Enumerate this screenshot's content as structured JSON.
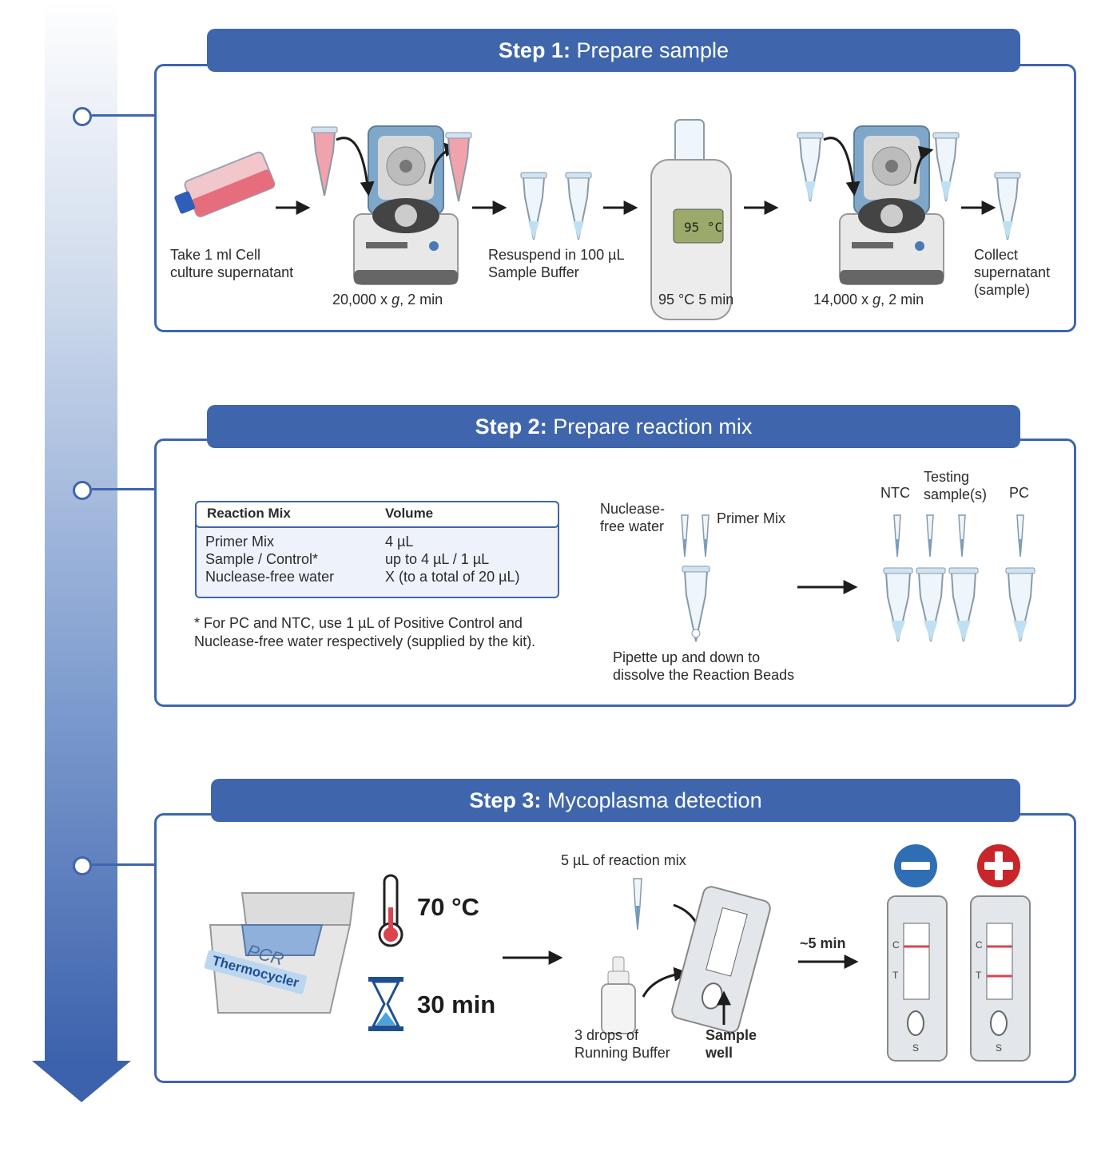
{
  "steps": [
    {
      "number": "Step 1:",
      "title": "Prepare sample"
    },
    {
      "number": "Step 2:",
      "title": "Prepare reaction mix"
    },
    {
      "number": "Step 3:",
      "title": "Mycoplasma detection"
    }
  ],
  "step1": {
    "take_line1": "Take 1 ml Cell",
    "take_line2": "culture supernatant",
    "spin1_prefix": "20,000 x ",
    "spin1_g": "g",
    "spin1_suffix": ", 2 min",
    "resuspend_line1": "Resuspend in 100 µL",
    "resuspend_line2": "Sample Buffer",
    "heat_display": "95 °C",
    "heat_label": "95 °C 5 min",
    "spin2_prefix": "14,000 x ",
    "spin2_g": "g",
    "spin2_suffix": ", 2 min",
    "collect_line1": "Collect",
    "collect_line2": "supernatant",
    "collect_line3": "(sample)"
  },
  "step2": {
    "table": {
      "headers": [
        "Reaction Mix",
        "Volume"
      ],
      "rows": [
        [
          "Primer Mix",
          "4 µL"
        ],
        [
          "Sample / Control*",
          "up to 4 µL / 1 µL"
        ],
        [
          "Nuclease-free water",
          "X (to a total of 20 µL)"
        ]
      ]
    },
    "footnote_line1": "* For PC and NTC, use 1 µL of Positive Control and",
    "footnote_line2": "Nuclease-free water respectively (supplied by the kit).",
    "nuclease_line1": "Nuclease-",
    "nuclease_line2": "free water",
    "primer_mix": "Primer Mix",
    "pipette_line1": "Pipette up and down to",
    "pipette_line2": "dissolve the Reaction Beads",
    "ntc": "NTC",
    "testing_line1": "Testing",
    "testing_line2": "sample(s)",
    "pc": "PC"
  },
  "step3": {
    "temperature": "70 °C",
    "duration": "30 min",
    "pcr_label": "PCR",
    "thermocycler_label": "Thermocycler",
    "reaction_mix": "5 µL of reaction mix",
    "drops_line1": "3 drops of",
    "drops_line2": "Running Buffer",
    "sample_well_line1": "Sample",
    "sample_well_line2": "well",
    "wait": "~5 min",
    "strip_c": "C",
    "strip_t": "T",
    "strip_s": "S"
  },
  "colors": {
    "primary": "#3f66ad",
    "negative": "#2f6db5",
    "positive": "#c8262b",
    "sample_pink": "#f0a3ac",
    "tube_blue": "#d9ecf7"
  }
}
